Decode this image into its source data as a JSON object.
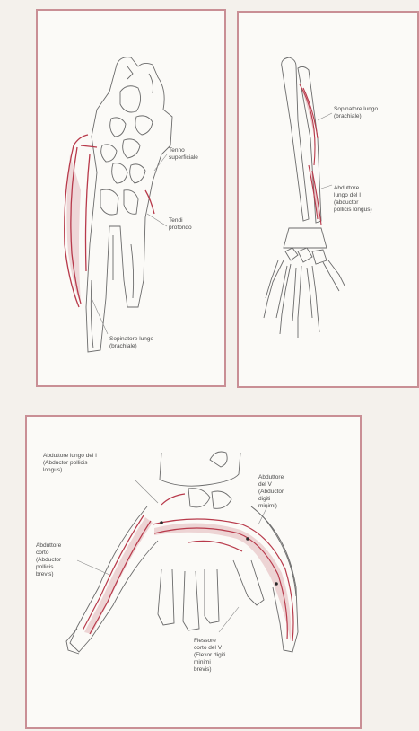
{
  "panel_a": {
    "labels": [
      [
        "Tenno",
        "superficiale"
      ],
      [
        "Tendi",
        "profondo"
      ],
      [
        "Sopinatore lungo",
        "(brachiale)"
      ]
    ]
  },
  "panel_b": {
    "labels": [
      [
        "Sopinatore lungo",
        "(brachiale)"
      ],
      [
        "Abduttore",
        "lungo del I",
        "(abductor",
        "pollicis longus)"
      ]
    ]
  },
  "panel_c": {
    "labels": [
      [
        "Abduttore lungo del I",
        "(Abductor pollicis",
        "longus)"
      ],
      [
        "Abduttore",
        "del V",
        "(Abductor",
        "digiti",
        "minimi)"
      ],
      [
        "Abduttore",
        "corto",
        "(Abductor",
        "pollicis",
        "brevis)"
      ],
      [
        "Flessore",
        "corto del V",
        "(Flexor digiti",
        "minimi",
        "brevis)"
      ]
    ]
  },
  "colors": {
    "frame": "#c98f95",
    "muscle": "#b83a4b",
    "bone_line": "#6b6b6b",
    "paper": "#fbfaf7"
  }
}
